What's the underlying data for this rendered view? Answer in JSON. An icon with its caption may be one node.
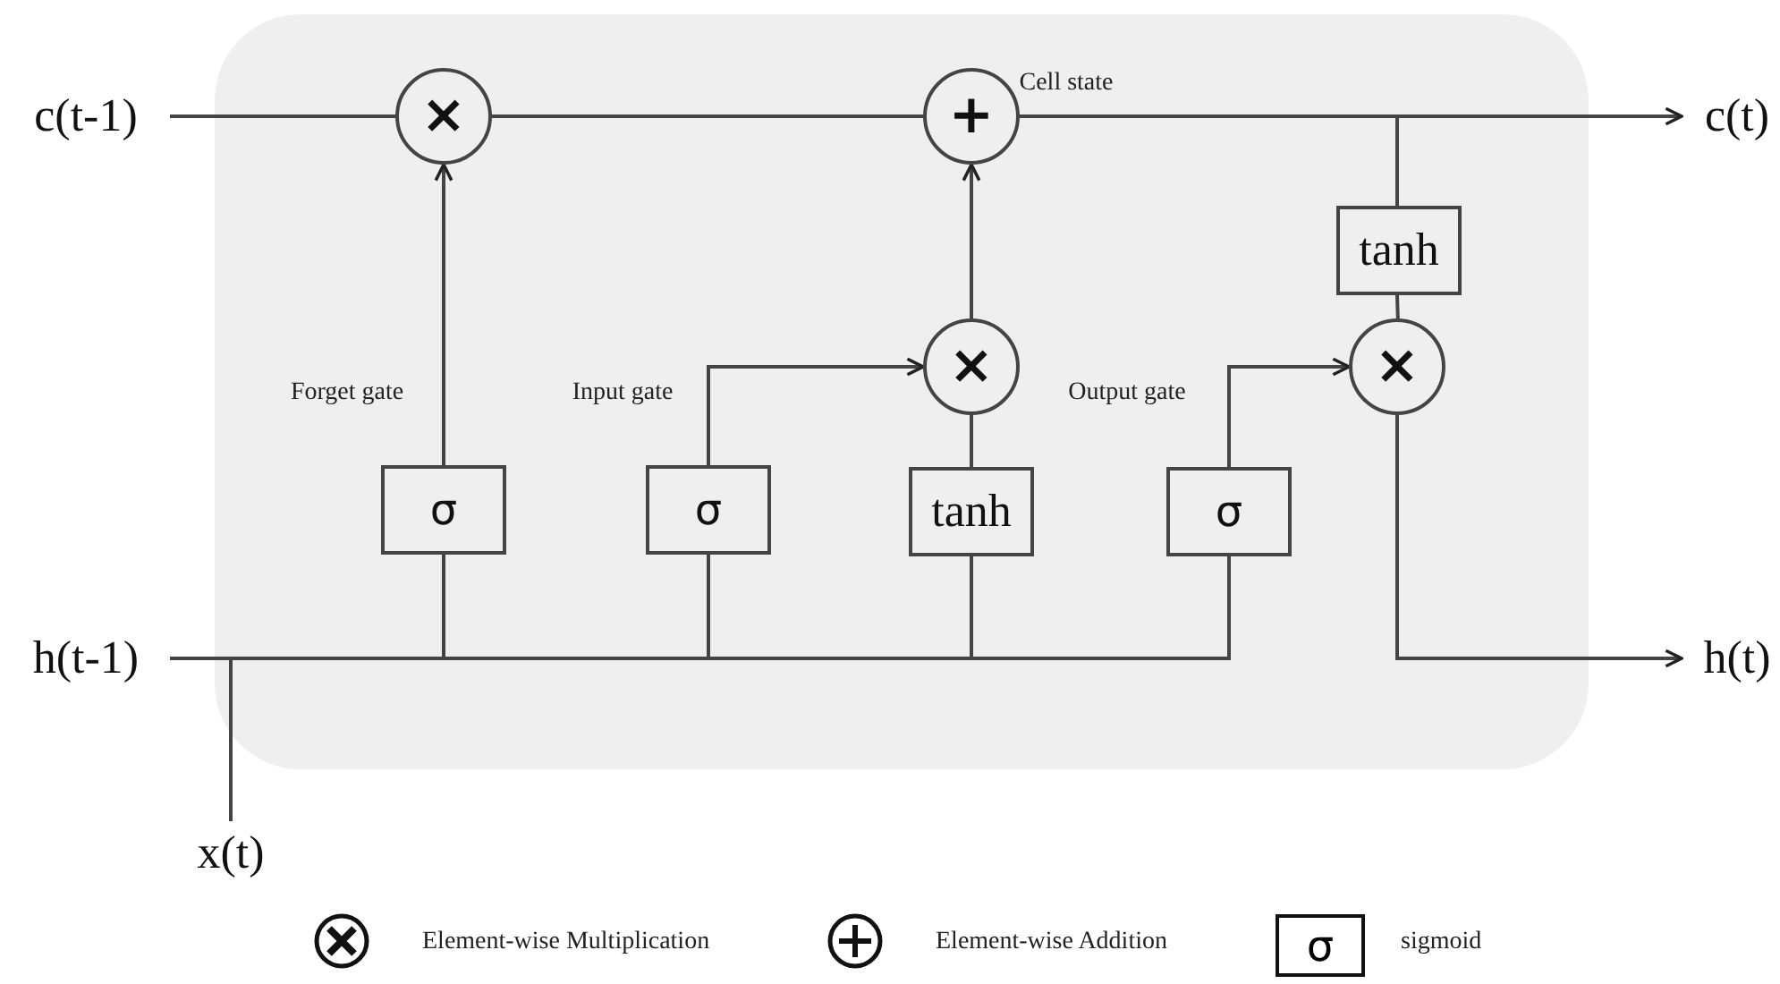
{
  "diagram": {
    "nodes": [
      {
        "text": [
          "c(t-1)"
        ]
      },
      {
        "text": [
          "×"
        ]
      },
      {
        "text": [
          "+"
        ]
      },
      {
        "text": [
          "c(t)"
        ]
      },
      {
        "text": [
          "tanh"
        ]
      },
      {
        "text": [
          "×"
        ]
      },
      {
        "text": [
          "σ"
        ]
      },
      {
        "text": [
          "σ"
        ]
      },
      {
        "text": [
          "×"
        ]
      },
      {
        "text": [
          "tanh"
        ]
      },
      {
        "text": [
          "σ"
        ]
      },
      {
        "text": [
          "h(t-1)"
        ]
      },
      {
        "text": [
          "h(t)"
        ]
      },
      {
        "text": [
          "x(t)"
        ]
      }
    ],
    "edges": [
      {
        "from": 0,
        "to": 1,
        "arrow": "none"
      },
      {
        "from": 1,
        "to": 2,
        "arrow": "none"
      },
      {
        "from": 2,
        "to": 3,
        "arrow": "to",
        "label": "Cell state"
      },
      {
        "from": 2,
        "to": 4,
        "arrow": "none"
      },
      {
        "from": 4,
        "to": 5,
        "arrow": "none"
      },
      {
        "from": 5,
        "to": 12,
        "arrow": "to"
      },
      {
        "from": 6,
        "to": 1,
        "arrow": "to",
        "label": "Forget gate"
      },
      {
        "from": 7,
        "to": 8,
        "arrow": "to",
        "label": "Input gate"
      },
      {
        "from": 9,
        "to": 8,
        "arrow": "none"
      },
      {
        "from": 8,
        "to": 2,
        "arrow": "to"
      },
      {
        "from": 10,
        "to": 5,
        "arrow": "to",
        "label": "Output gate"
      },
      {
        "from": 11,
        "to": 6,
        "arrow": "none"
      },
      {
        "from": 11,
        "to": 7,
        "arrow": "none"
      },
      {
        "from": 11,
        "to": 9,
        "arrow": "none"
      },
      {
        "from": 11,
        "to": 10,
        "arrow": "none"
      },
      {
        "from": 13,
        "to": 6,
        "arrow": "none"
      },
      {
        "from": 13,
        "to": 7,
        "arrow": "none"
      },
      {
        "from": 13,
        "to": 9,
        "arrow": "none"
      },
      {
        "from": 13,
        "to": 10,
        "arrow": "none"
      }
    ],
    "labels": [
      "σ"
    ],
    "legend": [
      {
        "text": "Element-wise Multiplication"
      },
      {
        "text": "Element-wise Addition"
      },
      {
        "text": "sigmoid"
      }
    ]
  }
}
